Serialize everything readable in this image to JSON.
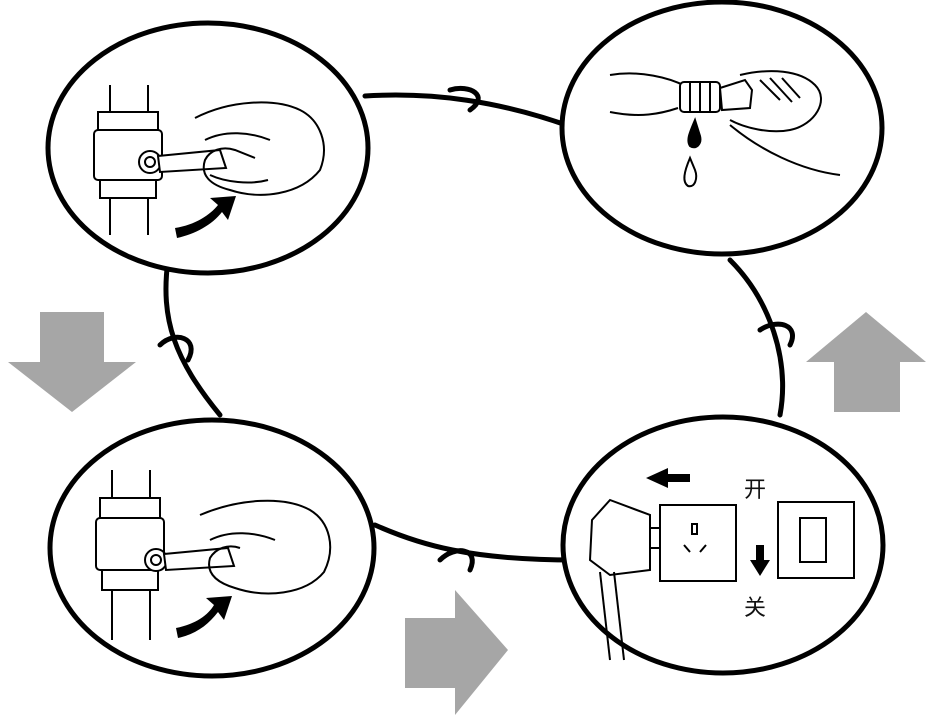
{
  "diagram": {
    "steps": [
      {
        "id": "close-valve",
        "icon": "valve-turn-icon"
      },
      {
        "id": "drain-water",
        "icon": "water-drip-icon"
      },
      {
        "id": "unplug-power",
        "icon": "power-plug-icon"
      },
      {
        "id": "open-valve",
        "icon": "valve-turn-icon"
      }
    ],
    "switch_labels": {
      "on": "开",
      "off": "关"
    },
    "colors": {
      "line": "#000000",
      "flow_arrow": "#a6a6a6",
      "background": "#ffffff"
    }
  }
}
